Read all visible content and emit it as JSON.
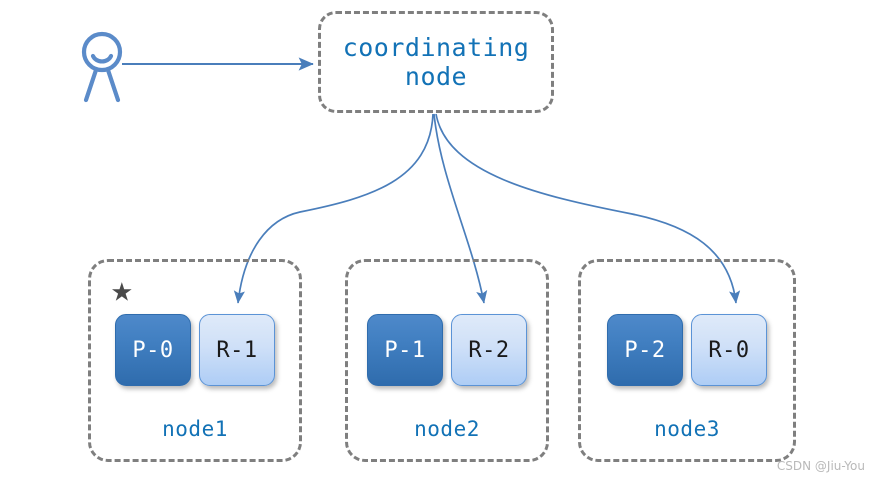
{
  "diagram": {
    "title_text": "coordinating\nnode",
    "actor": {
      "icon": "person-icon"
    },
    "coordinator": {
      "label": "coordinating\nnode",
      "border_color": "#7f7f7f",
      "text_color": "#1272b6"
    },
    "nodes": [
      {
        "id": "node1",
        "label": "node1",
        "starred": true,
        "star_glyph": "★",
        "shards": [
          {
            "label": "P-0",
            "role": "primary"
          },
          {
            "label": "R-1",
            "role": "replica"
          }
        ]
      },
      {
        "id": "node2",
        "label": "node2",
        "starred": false,
        "star_glyph": "",
        "shards": [
          {
            "label": "P-1",
            "role": "primary"
          },
          {
            "label": "R-2",
            "role": "replica"
          }
        ]
      },
      {
        "id": "node3",
        "label": "node3",
        "starred": false,
        "star_glyph": "",
        "shards": [
          {
            "label": "P-2",
            "role": "primary"
          },
          {
            "label": "R-0",
            "role": "replica"
          }
        ]
      }
    ],
    "colors": {
      "accent_blue": "#1272b6",
      "arrow_blue": "#4a7ebb",
      "primary_shard_top": "#4e89ca",
      "primary_shard_bottom": "#2f6cad",
      "replica_shard_top": "#dfeaf9",
      "replica_shard_bottom": "#aecdf5",
      "dashed_border": "#7f7f7f",
      "star": "#4a4a4a",
      "watermark": "#b9b9b9"
    },
    "watermark": "CSDN @Jiu-You"
  }
}
